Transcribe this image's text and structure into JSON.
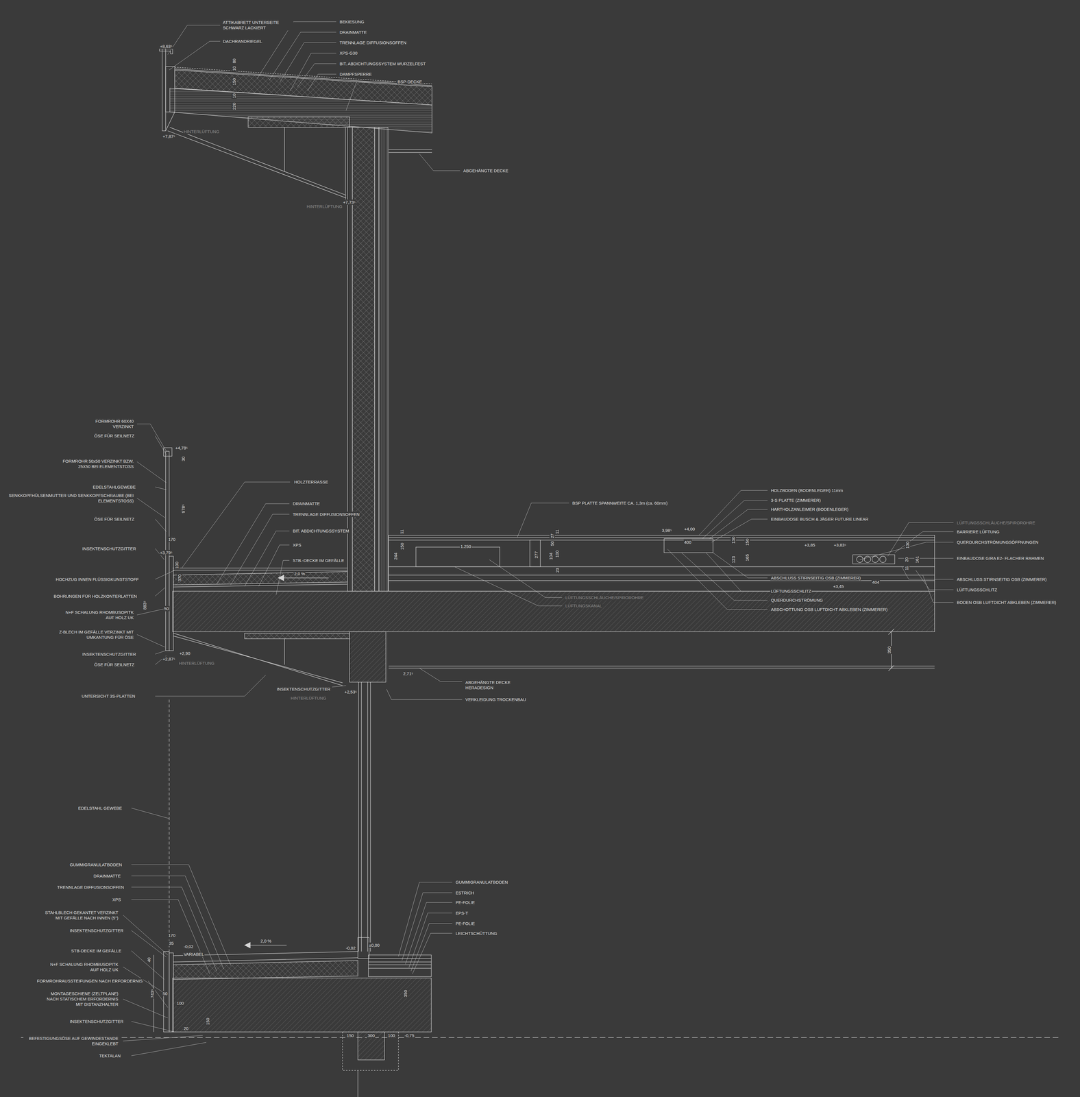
{
  "diagram": {
    "labels": [
      "ATTIKABRETT UNTERSEITE SCHWARZ LACKIERT",
      "DACHRANDRIEGEL",
      "BEKIESUNG",
      "DRAINMATTE",
      "TRENNLAGE DIFFUSIONSOFFEN",
      "XPS-G30",
      "BIT. ABDICHTUNGSSYSTEM WURZELFEST",
      "DAMPFSPERRE",
      "BSP-DECKE",
      "+8,63⁵",
      "+7,87⁵",
      "HINTERLÜFTUNG",
      "HINTERLÜFTUNG",
      "+7,73⁵",
      "80",
      "10",
      "150",
      "10",
      "220",
      "ABGEHÄNGTE DECKE",
      "FORMROHR 60X40 VERZINKT",
      "ÖSE FÜR SEILNETZ",
      "+4,78⁵",
      "30",
      "FORMROHR 50x50 VERZINKT BZW. 25X50 BEI ELEMENTSTOSS",
      "EDELSTAHLGEWEBE",
      "SENKKOPFHÜLSENMUTTER UND SENKKOPFSCHRAUBE (BEI ELEMENTSTOSS)",
      "978⁵",
      "ÖSE FÜR SEILNETZ",
      "170",
      "INSEKTENSCHUTZGITTER",
      "+3,79⁵",
      "HOCHZUG INNEN FLÜSSIGKUNSTSTOFF",
      "BOHRUNGEN FÜR HOLZKONTERLATTEN",
      "N+F SCHALUNG RHOMBUSOPITK AUF HOLZ UK",
      "Z-BLECH IM GEFÄLLE VERZINKT MIT UMKANTUNG FÜR ÖSE",
      "INSEKTENSCHUTZGITTER",
      "ÖSE FÜR SEILNETZ",
      "883⁵",
      "50",
      "100",
      "370",
      "+2,90",
      "+2,87⁵",
      "HINTERLÜFTUNG",
      "UNTERSICHT 3S-PLATTEN",
      "HOLZTERRASSE",
      "DRAINMATTE",
      "TRENNLAGE DIFFUSIONSOFFEN",
      "BIT. ABDICHTUNGSSYSTEM",
      "XPS",
      "STB.-DECKE IM GEFÄLLE",
      "2,0 %",
      "INSEKTENSCHUTZGITTER",
      "HINTERLÜFTUNG",
      "+2,53⁵",
      "2,71⁵",
      "ABGEHÄNGTE DECKE HERADESIGN",
      "VERKLEIDUNG TROCKENBAU",
      "350",
      "BSP PLATTE SPANNWEITE CA. 1,3m (ca. 60mm)",
      "HOLZBODEN (BODENLEGER) 11mm",
      "3-S PLATTE (ZIMMERER)",
      "HARTHOLZANLEIMER (BODENLEGER)",
      "EINBAUDOSE BUSCH & JÄGER FUTURE LINEAR",
      "LÜFTUNGSSCHLÄUCHE/SPIROROHRE",
      "BARRIERE LÜFTUNG",
      "QUERDURCHSTRÖMUNGSÖFFNUNGEN",
      "EINBAUDOSE GIRA E2- FLACHER RAHMEN",
      "ABSCHLUSS STIRNSEITIG OSB (ZIMMERER)",
      "LÜFTUNGSSCHLITZ",
      "BODEN OSB LUFTDICHT ABKLEBEN (ZIMMERER)",
      "ABSCHLUSS STIRNSEITIG OSB (ZIMMERER)",
      "LÜFTUNGSSCHLITZ",
      "QUERDURCHSTRÖMUNG",
      "ABSCHOTTUNG OSB LUFTDICHT ABKLEBEN (ZIMMERER)",
      "LÜFTUNGSSCHLÄUCHE/SPIROROHRE",
      "LÜFTUNGSKANAL",
      "1.250",
      "3,98⁵",
      "+4,00",
      "400",
      "+3,85",
      "+3,83⁵",
      "+3,45",
      "404",
      "11",
      "150",
      "244",
      "277",
      "11",
      "27",
      "50",
      "104",
      "100",
      "23",
      "130",
      "150",
      "123",
      "165",
      "130",
      "20",
      "161",
      "11",
      "EDELSTAHL GEWEBE",
      "GUMMIGRANULATBODEN",
      "DRAINMATTE",
      "TRENNLAGE DIFFUSIONSOFFEN",
      "XPS",
      "STAHLBLECH GEKANTET VERZINKT MIT GEFÄLLE NACH INNEN (5°)",
      "INSEKTENSCHUTZGITTER",
      "STB-DECKE IM GEFÄLLE",
      "N+F SCHALUNG RHOMBUSOPITK AUF HOLZ UK",
      "FORMROHRAUSSTEIFUNGEN NACH ERFORDERNIS",
      "MONTAGESCHIENE (ZELTPLANE) NACH STATISCHEM ERFORDERNIS MIT DISTANZHALTER",
      "INSEKTENSCHUTZGITTER",
      "BEFESTIGUNGSÖSE AUF GEWINDESTANDE EINGEKLEBT",
      "TEKTALAN",
      "170",
      "35",
      "-0,02",
      "VARIABEL",
      "40",
      "743⁵",
      "50",
      "100",
      "150",
      "20",
      "2,0 %",
      "-0,02",
      "±0,00",
      "GUMMIGRANULATBODEN",
      "ESTRICH",
      "PE-FOLIE",
      "EPS-T",
      "PE-FOLIE",
      "LEICHTSCHÜTTUNG",
      "350",
      "150",
      "300",
      "100",
      "-0,75"
    ]
  }
}
